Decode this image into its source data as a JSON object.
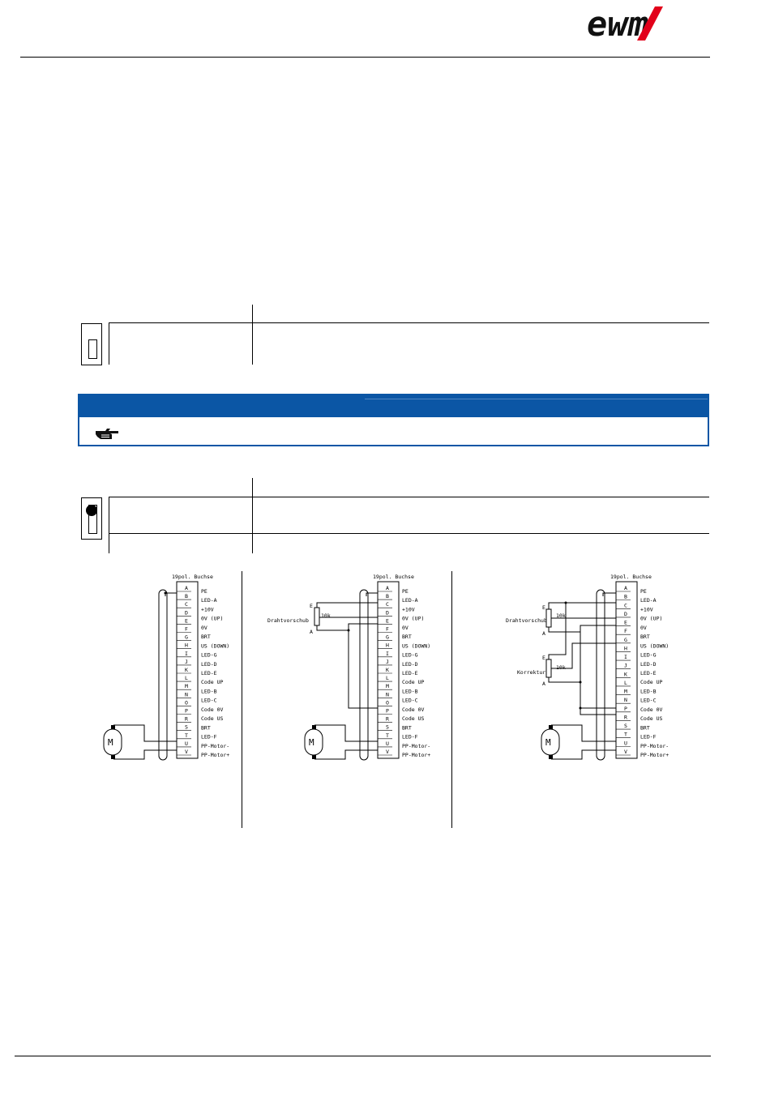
{
  "brand": {
    "logo_text": "ewm"
  },
  "diagrams": [
    {
      "socket_title": "19pol. Buchse",
      "pins": [
        "A",
        "B",
        "C",
        "D",
        "E",
        "F",
        "G",
        "H",
        "I",
        "J",
        "K",
        "L",
        "M",
        "N",
        "O",
        "P",
        "R",
        "S",
        "T",
        "U",
        "V"
      ],
      "signals": [
        "PE",
        "LED-A",
        "+10V",
        "0V (UP)",
        "0V",
        "BRT",
        "US (DOWN)",
        "LED-G",
        "LED-D",
        "LED-E",
        "Code UP",
        "LED-B",
        "LED-C",
        "Code 0V",
        "Code US",
        "BRT",
        "LED-F",
        "PP-Motor-",
        "PP-Motor+"
      ],
      "motor_label": "M"
    },
    {
      "socket_title": "19pol. Buchse",
      "pins": [
        "A",
        "B",
        "C",
        "D",
        "E",
        "F",
        "G",
        "H",
        "I",
        "J",
        "K",
        "L",
        "M",
        "N",
        "O",
        "P",
        "R",
        "S",
        "T",
        "U",
        "V"
      ],
      "signals": [
        "PE",
        "LED-A",
        "+10V",
        "0V (UP)",
        "0V",
        "BRT",
        "US (DOWN)",
        "LED-G",
        "LED-D",
        "LED-E",
        "Code UP",
        "LED-B",
        "LED-C",
        "Code 0V",
        "Code US",
        "BRT",
        "LED-F",
        "PP-Motor-",
        "PP-Motor+"
      ],
      "motor_label": "M",
      "pot_label": "Drahtvorschub",
      "pot_value": "10k",
      "pot_pins": [
        "E",
        "A"
      ]
    },
    {
      "socket_title": "19pol. Buchse",
      "pins": [
        "A",
        "B",
        "C",
        "D",
        "E",
        "F",
        "G",
        "H",
        "I",
        "J",
        "K",
        "L",
        "M",
        "N",
        "P",
        "R",
        "S",
        "T",
        "U",
        "V"
      ],
      "signals": [
        "PE",
        "LED-A",
        "+10V",
        "0V (UP)",
        "0V",
        "BRT",
        "US (DOWN)",
        "LED-G",
        "LED-D",
        "LED-E",
        "Code UP",
        "LED-B",
        "LED-C",
        "Code 0V",
        "Code US",
        "BRT",
        "LED-F",
        "PP-Motor-",
        "PP-Motor+"
      ],
      "motor_label": "M",
      "pot1_label": "Drahtvorschub",
      "pot2_label": "Korrektur",
      "pot_value": "10k",
      "pot_pins": [
        "E",
        "A"
      ]
    }
  ]
}
